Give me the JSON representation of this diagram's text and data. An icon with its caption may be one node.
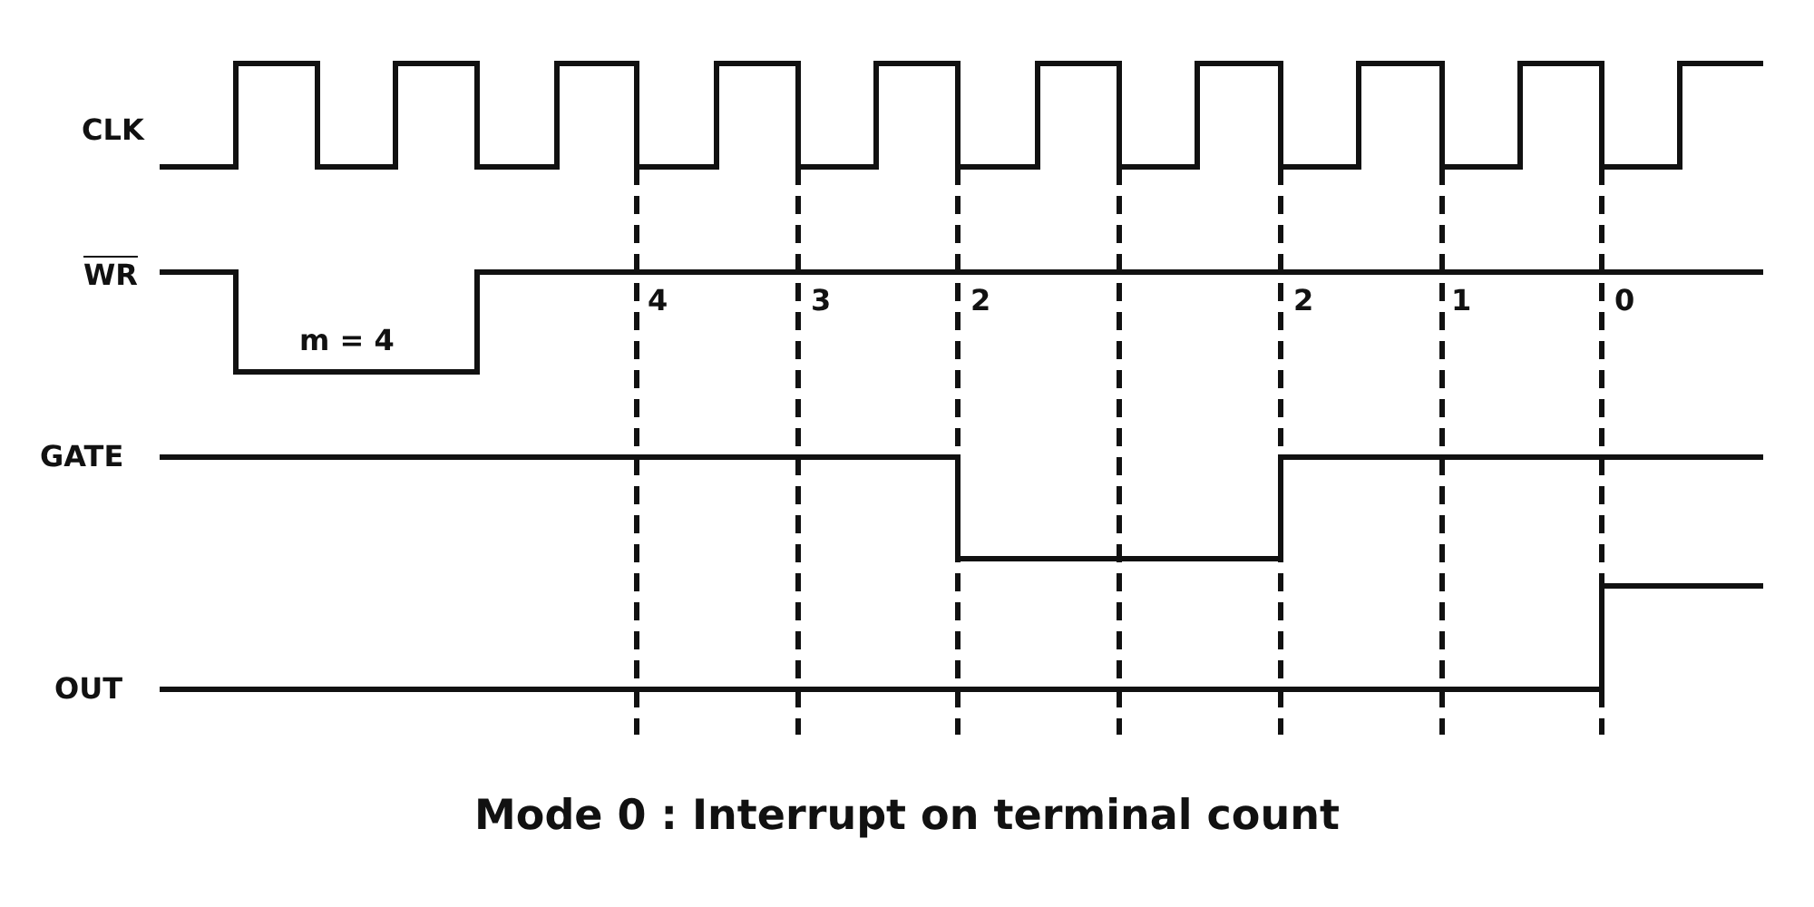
{
  "diagram": {
    "caption": "Mode 0 : Interrupt on terminal count",
    "labels": [
      "CLK",
      "WR",
      "4",
      "3",
      "2",
      "2",
      "1",
      "0",
      "m = 4",
      "GATE",
      "OUT"
    ]
  }
}
